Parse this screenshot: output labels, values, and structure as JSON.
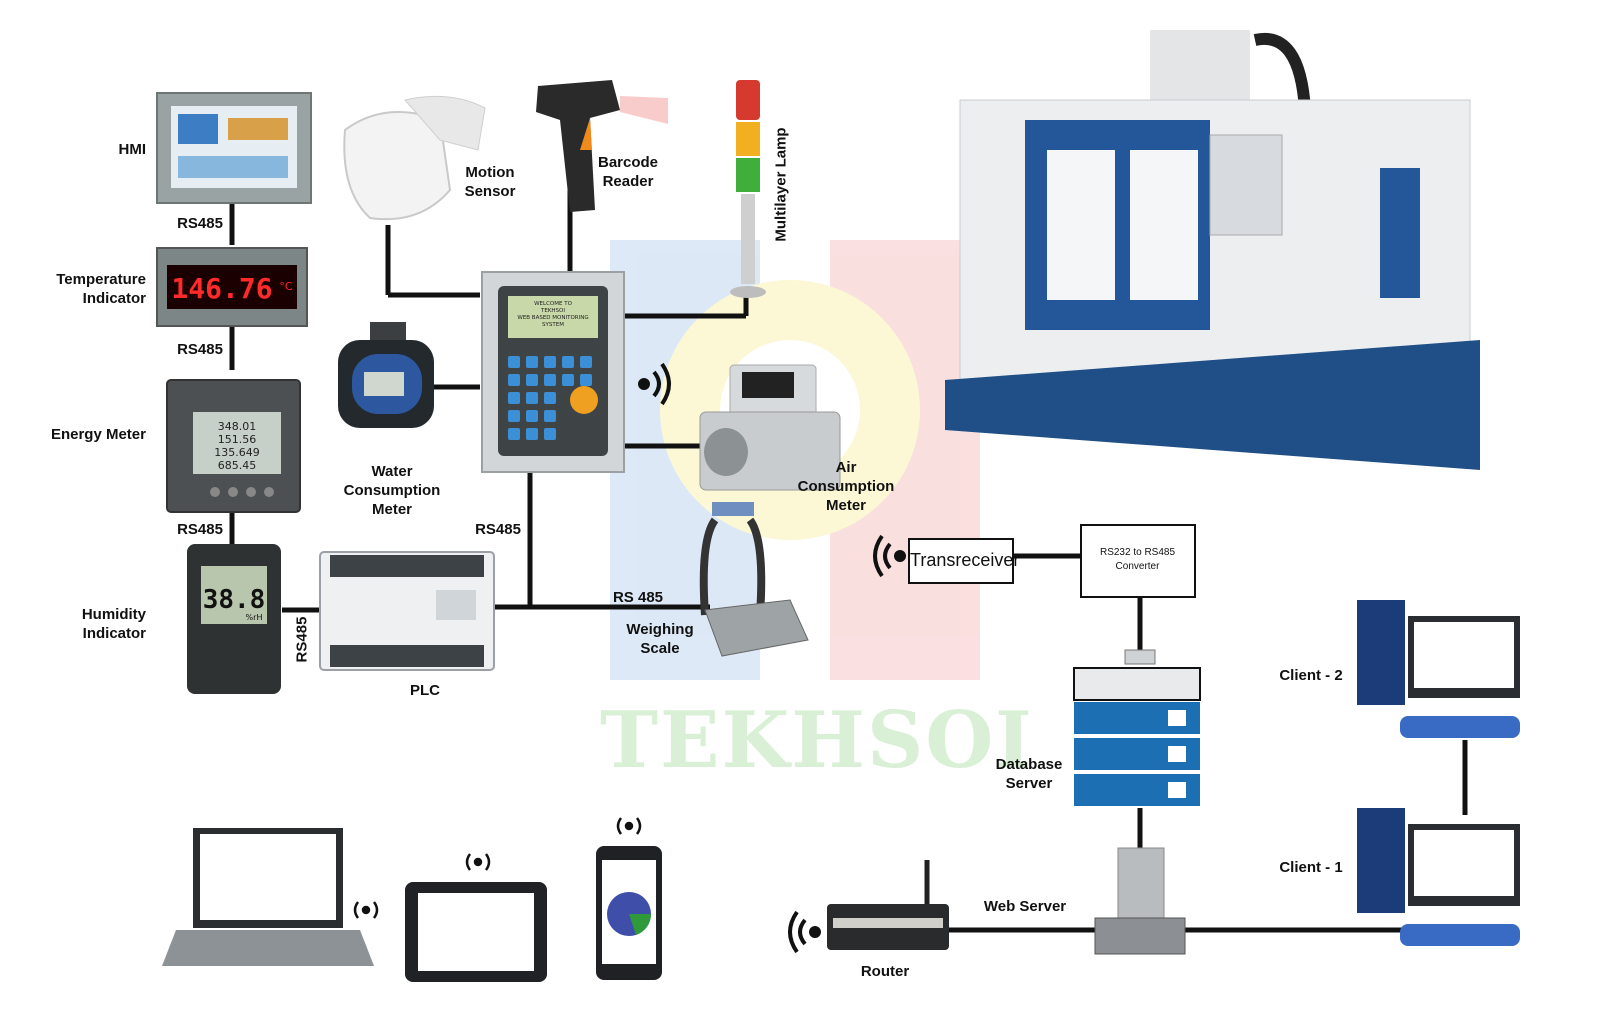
{
  "labels": {
    "hmi": "HMI",
    "rs485_1": "RS485",
    "temperature_indicator": "Temperature\nIndicator",
    "rs485_2": "RS485",
    "energy_meter": "Energy Meter",
    "rs485_3": "RS485",
    "humidity_indicator": "Humidity\nIndicator",
    "rs485_vertical": "RS485",
    "plc": "PLC",
    "motion_sensor": "Motion\nSensor",
    "barcode_reader": "Barcode\nReader",
    "multilayer_lamp": "Multilayer Lamp",
    "water_meter": "Water\nConsumption\nMeter",
    "rs485_center": "RS485",
    "rs485_bus": "RS 485",
    "air_meter": "Air\nConsumption\nMeter",
    "weighing_scale": "Weighing\nScale",
    "transreceiver": "Transreceiver",
    "converter": "RS232 to RS485\nConverter",
    "database_server": "Database\nServer",
    "web_server": "Web Server",
    "router": "Router",
    "client_2": "Client - 2",
    "client_1": "Client - 1"
  },
  "devices": {
    "temperature_display": "146.76",
    "temperature_unit": "°C",
    "energy_readings": [
      "348.01",
      "151.56",
      "135.649",
      "685.45"
    ],
    "humidity_display": "38.8",
    "humidity_unit": "%rH",
    "controller_screen": "WELCOME TO\nTEKHSOI\nWEB BASED MONITORING\nSYSTEM"
  },
  "watermark": "TEKHSOI",
  "colors": {
    "line": "#111111",
    "server_blue": "#1c6fb3",
    "machine_blue": "#1f4f86",
    "watermark_green": "#d6efd2"
  }
}
